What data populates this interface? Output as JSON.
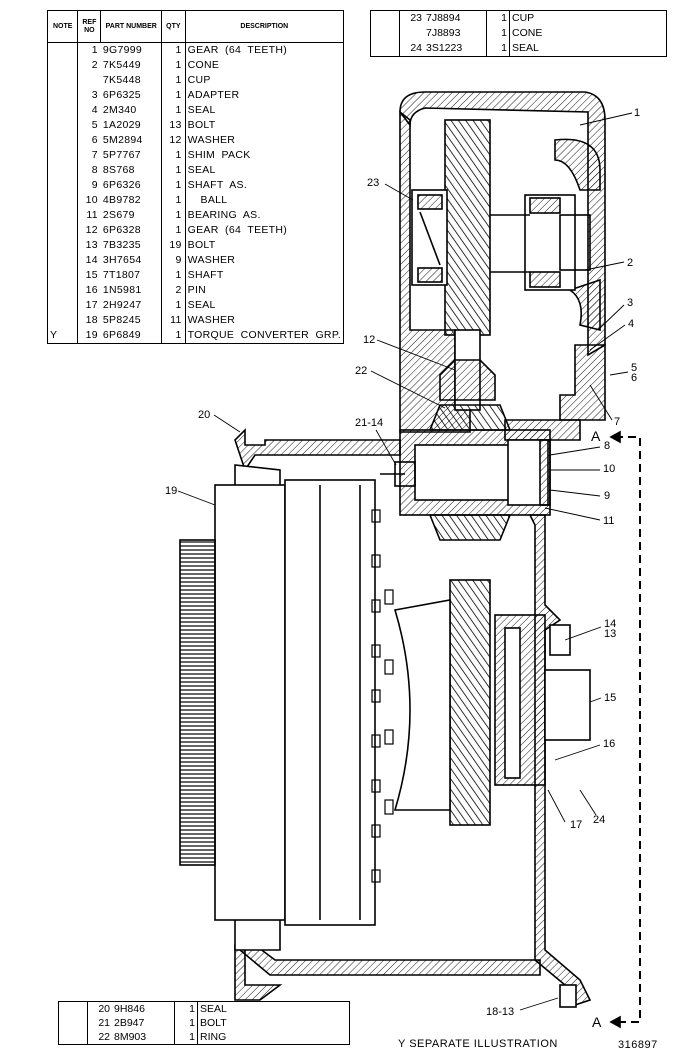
{
  "columns": {
    "note": "NOTE",
    "ref_no": "REF NO",
    "part_number": "PART NUMBER",
    "qty": "QTY",
    "description": "DESCRIPTION"
  },
  "main_parts": [
    {
      "note": "",
      "ref": "1",
      "part": "9G7999",
      "qty": "1",
      "desc": "GEAR  (64  TEETH)"
    },
    {
      "note": "",
      "ref": "2",
      "part": "7K5449",
      "qty": "1",
      "desc": "CONE"
    },
    {
      "note": "",
      "ref": "",
      "part": "7K5448",
      "qty": "1",
      "desc": "CUP"
    },
    {
      "note": "",
      "ref": "3",
      "part": "6P6325",
      "qty": "1",
      "desc": "ADAPTER"
    },
    {
      "note": "",
      "ref": "4",
      "part": "2M340",
      "qty": "1",
      "desc": "SEAL"
    },
    {
      "note": "",
      "ref": "5",
      "part": "1A2029",
      "qty": "13",
      "desc": "BOLT"
    },
    {
      "note": "",
      "ref": "6",
      "part": "5M2894",
      "qty": "12",
      "desc": "WASHER"
    },
    {
      "note": "",
      "ref": "7",
      "part": "5P7767",
      "qty": "1",
      "desc": "SHIM  PACK"
    },
    {
      "note": "",
      "ref": "8",
      "part": "8S768",
      "qty": "1",
      "desc": "SEAL"
    },
    {
      "note": "",
      "ref": "9",
      "part": "6P6326",
      "qty": "1",
      "desc": "SHAFT  AS."
    },
    {
      "note": "",
      "ref": "10",
      "part": "4B9782",
      "qty": "1",
      "desc": "    BALL"
    },
    {
      "note": "",
      "ref": "11",
      "part": "2S679",
      "qty": "1",
      "desc": "BEARING  AS."
    },
    {
      "note": "",
      "ref": "12",
      "part": "6P6328",
      "qty": "1",
      "desc": "GEAR  (64  TEETH)"
    },
    {
      "note": "",
      "ref": "13",
      "part": "7B3235",
      "qty": "19",
      "desc": "BOLT"
    },
    {
      "note": "",
      "ref": "14",
      "part": "3H7654",
      "qty": "9",
      "desc": "WASHER"
    },
    {
      "note": "",
      "ref": "15",
      "part": "7T1807",
      "qty": "1",
      "desc": "SHAFT"
    },
    {
      "note": "",
      "ref": "16",
      "part": "1N5981",
      "qty": "2",
      "desc": "PIN"
    },
    {
      "note": "",
      "ref": "17",
      "part": "2H9247",
      "qty": "1",
      "desc": "SEAL"
    },
    {
      "note": "",
      "ref": "18",
      "part": "5P8245",
      "qty": "11",
      "desc": "WASHER"
    },
    {
      "note": "Y",
      "ref": "19",
      "part": "6P6849",
      "qty": "1",
      "desc": "TORQUE  CONVERTER  GRP."
    }
  ],
  "top_parts": [
    {
      "note": "",
      "ref": "23",
      "part": "7J8894",
      "qty": "1",
      "desc": "CUP"
    },
    {
      "note": "",
      "ref": "",
      "part": "7J8893",
      "qty": "1",
      "desc": "CONE"
    },
    {
      "note": "",
      "ref": "24",
      "part": "3S1223",
      "qty": "1",
      "desc": "SEAL"
    }
  ],
  "bottom_parts": [
    {
      "note": "",
      "ref": "20",
      "part": "9H846",
      "qty": "1",
      "desc": "SEAL"
    },
    {
      "note": "",
      "ref": "21",
      "part": "2B947",
      "qty": "1",
      "desc": "BOLT"
    },
    {
      "note": "",
      "ref": "22",
      "part": "8M903",
      "qty": "1",
      "desc": "RING"
    }
  ],
  "callouts": {
    "c1": "1",
    "c2": "2",
    "c3": "3",
    "c4": "4",
    "c5": "5",
    "c6": "6",
    "c7": "7",
    "c8": "8",
    "c9": "9",
    "c10": "10",
    "c11": "11",
    "c12": "12",
    "c1413": "14",
    "c1413b": "13",
    "c15": "15",
    "c16": "16",
    "c17": "17",
    "c1813": "18-13",
    "c19": "19",
    "c20": "20",
    "c2114": "21-14",
    "c22": "22",
    "c23": "23",
    "c24": "24",
    "sectionA": "A",
    "sectionA2": "A"
  },
  "footer": {
    "note": "Y    SEPARATE  ILLUSTRATION",
    "illustration_id": "316897"
  }
}
